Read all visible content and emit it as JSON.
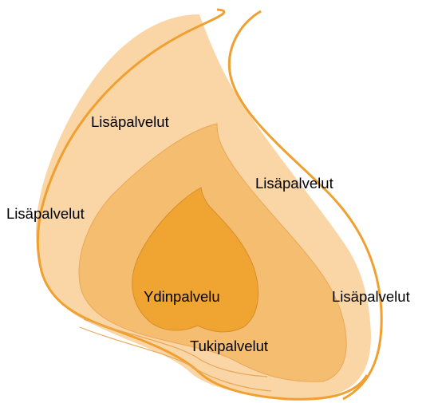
{
  "diagram": {
    "labels": {
      "outer_top": "Lisäpalvelut",
      "outer_left": "Lisäpalvelut",
      "outer_right_upper": "Lisäpalvelut",
      "outer_right_lower": "Lisäpalvelut",
      "support": "Tukipalvelut",
      "core": "Ydinpalvelu"
    },
    "colors": {
      "outer_layer": "#fad5a5",
      "middle_layer": "#f5bd70",
      "inner_layer": "#f0a432",
      "outline": "#f0a030",
      "background": "#ffffff",
      "text": "#000000"
    }
  }
}
